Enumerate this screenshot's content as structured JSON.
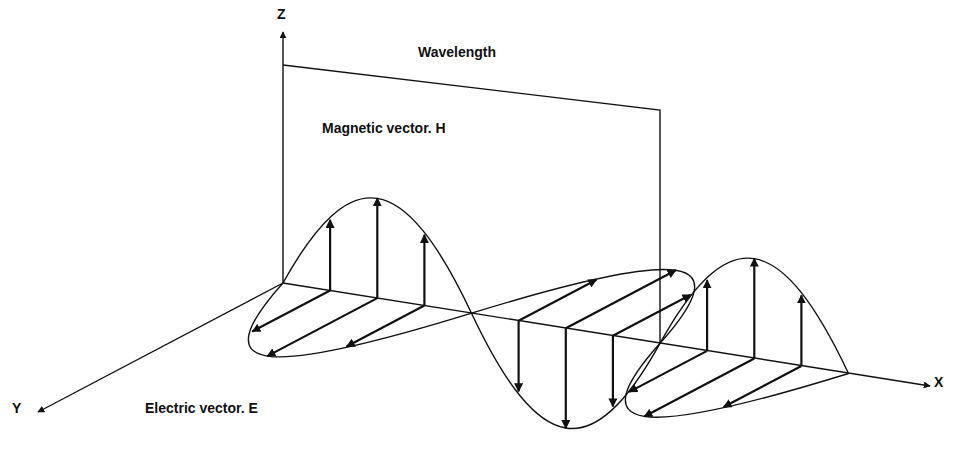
{
  "diagram": {
    "labels": [
      "Z",
      "Wavelength",
      "Magnetic vector. H",
      "Electric vector. E",
      "Y",
      "X"
    ]
  }
}
